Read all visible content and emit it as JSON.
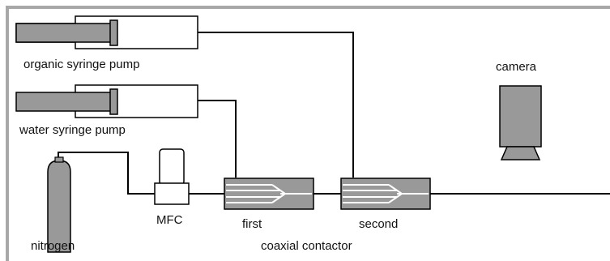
{
  "labels": {
    "organic_pump": "organic syringe pump",
    "water_pump": "water syringe pump",
    "camera": "camera",
    "nitrogen": "nitrogen",
    "mfc": "MFC",
    "first": "first",
    "second": "second",
    "contactor": "coaxial contactor"
  },
  "colors": {
    "frame": "#a8a8a8",
    "line": "#000000",
    "component_fill": "#999999",
    "component_dark": "#7a7a7a",
    "channel": "#ffffff",
    "background": "#ffffff"
  }
}
